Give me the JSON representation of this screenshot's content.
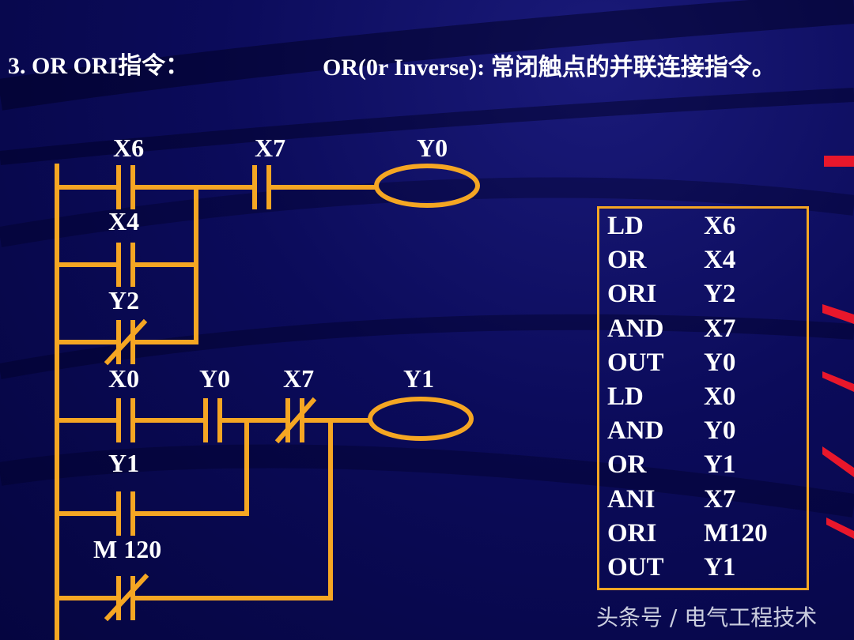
{
  "slide": {
    "heading": "3.   OR  ORI指令：",
    "subheading": "OR(0r  Inverse): 常闭触点的并联连接指令。"
  },
  "ladder": {
    "labels": {
      "x6": "X6",
      "x7_top": "X7",
      "y0_coil": "Y0",
      "x4": "X4",
      "y2": "Y2",
      "x0": "X0",
      "y0_contact": "Y0",
      "x7_mid": "X7",
      "y1_coil": "Y1",
      "y1_contact": "Y1",
      "m120": "M 120"
    }
  },
  "program": {
    "lines": [
      {
        "op": "LD",
        "arg": "X6"
      },
      {
        "op": "OR",
        "arg": "X4"
      },
      {
        "op": "ORI",
        "arg": "Y2"
      },
      {
        "op": "AND",
        "arg": "X7"
      },
      {
        "op": "OUT",
        "arg": "Y0"
      },
      {
        "op": "LD",
        "arg": "X0"
      },
      {
        "op": "AND",
        "arg": "Y0"
      },
      {
        "op": "OR",
        "arg": "Y1"
      },
      {
        "op": "ANI",
        "arg": "X7"
      },
      {
        "op": "ORI",
        "arg": "M120"
      },
      {
        "op": "OUT",
        "arg": "Y1"
      }
    ]
  },
  "watermark": "头条号 / 电气工程技术",
  "colors": {
    "wire": "#f5a623",
    "background": "#0b0b5a",
    "text": "#ffffff",
    "accent_red": "#e8172b"
  }
}
